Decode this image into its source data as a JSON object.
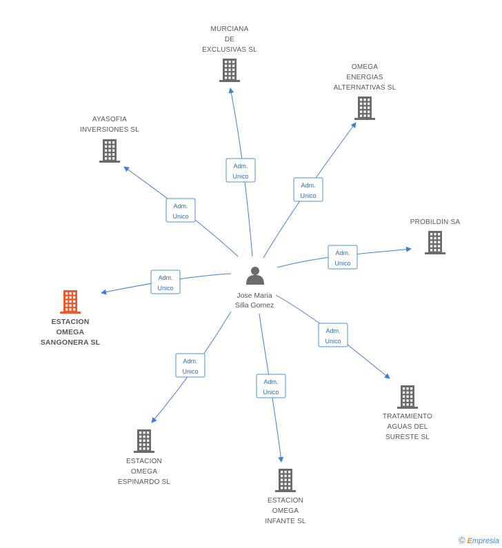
{
  "center": {
    "label_lines": [
      "Jose Maria",
      "Silla Gomez"
    ],
    "icon": "person-icon"
  },
  "companies": [
    {
      "id": "murciana",
      "label_lines": [
        "MURCIANA",
        "DE",
        "EXCLUSIVAS SL"
      ],
      "highlight": false,
      "icon": "building-icon"
    },
    {
      "id": "omega-energias",
      "label_lines": [
        "OMEGA",
        "ENERGIAS",
        "ALTERNATIVAS SL"
      ],
      "highlight": false,
      "icon": "building-icon"
    },
    {
      "id": "ayasofia",
      "label_lines": [
        "AYASOFIA",
        "INVERSIONES SL"
      ],
      "highlight": false,
      "icon": "building-icon"
    },
    {
      "id": "probildin",
      "label_lines": [
        "PROBILDIN SA"
      ],
      "highlight": false,
      "icon": "building-icon"
    },
    {
      "id": "sangonera",
      "label_lines": [
        "ESTACION",
        "OMEGA",
        "SANGONERA SL"
      ],
      "highlight": true,
      "icon": "building-icon"
    },
    {
      "id": "tratamiento",
      "label_lines": [
        "TRATAMIENTO",
        "AGUAS DEL",
        "SURESTE SL"
      ],
      "highlight": false,
      "icon": "building-icon"
    },
    {
      "id": "espinardo",
      "label_lines": [
        "ESTACION",
        "OMEGA",
        "ESPINARDO  SL"
      ],
      "highlight": false,
      "icon": "building-icon"
    },
    {
      "id": "infante",
      "label_lines": [
        "ESTACION",
        "OMEGA",
        "INFANTE SL"
      ],
      "highlight": false,
      "icon": "building-icon"
    }
  ],
  "edges": [
    {
      "to": "murciana",
      "label_lines": [
        "Adm.",
        "Unico"
      ]
    },
    {
      "to": "omega-energias",
      "label_lines": [
        "Adm.",
        "Unico"
      ]
    },
    {
      "to": "ayasofia",
      "label_lines": [
        "Adm.",
        "Unico"
      ]
    },
    {
      "to": "probildin",
      "label_lines": [
        "Adm.",
        "Unico"
      ]
    },
    {
      "to": "sangonera",
      "label_lines": [
        "Adm.",
        "Unico"
      ]
    },
    {
      "to": "tratamiento",
      "label_lines": [
        "Adm.",
        "Unico"
      ]
    },
    {
      "to": "espinardo",
      "label_lines": [
        "Adm.",
        "Unico"
      ]
    },
    {
      "to": "infante",
      "label_lines": [
        "Adm.",
        "Unico"
      ]
    }
  ],
  "colors": {
    "building": "#6b6b6b",
    "building_highlight": "#f0582a",
    "edge": "#3d7fd6",
    "person": "#6b6b6b"
  },
  "watermark": {
    "copyright_symbol": "©",
    "brand_initial": "E",
    "brand_rest": "mpresia"
  }
}
